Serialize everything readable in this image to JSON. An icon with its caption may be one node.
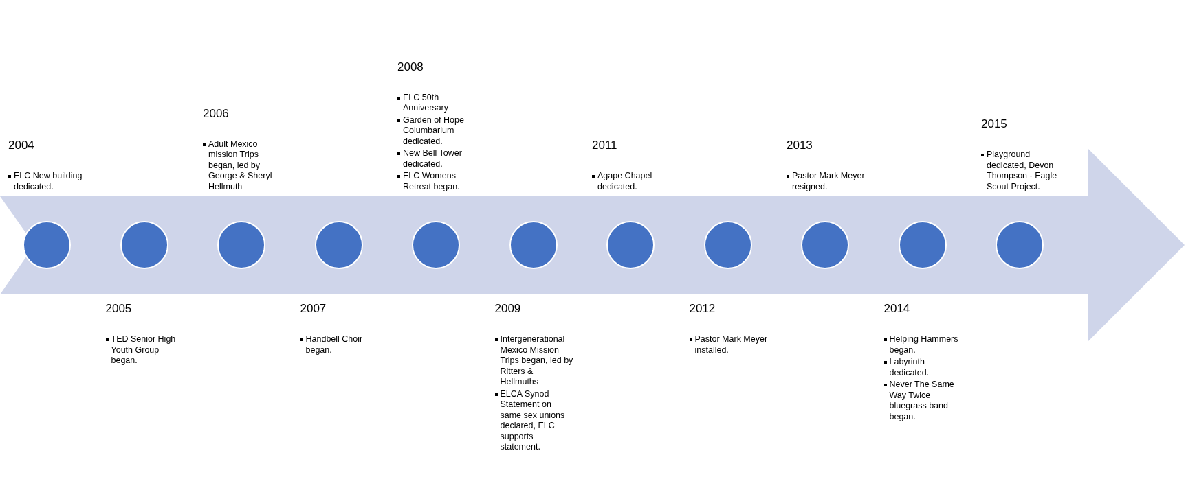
{
  "diagram": {
    "nodes": [
      {
        "text": [],
        "shape": "circle",
        "beside": [
          "2004",
          "ELC New building dedicated."
        ]
      },
      {
        "text": [],
        "shape": "circle",
        "beside": [
          "2005",
          "TED Senior High Youth Group began."
        ]
      },
      {
        "text": [],
        "shape": "circle",
        "beside": [
          "2006",
          "Adult Mexico mission Trips began, led by George & Sheryl Hellmuth"
        ]
      },
      {
        "text": [],
        "shape": "circle",
        "beside": [
          "2007",
          "Handbell Choir began."
        ]
      },
      {
        "text": [],
        "shape": "circle",
        "beside": [
          "2008",
          "ELC 50th Anniversary",
          "Garden of Hope Columbarium dedicated.",
          "New Bell Tower dedicated.",
          "ELC Womens Retreat began."
        ]
      },
      {
        "text": [],
        "shape": "circle",
        "beside": [
          "2009",
          "Intergenerational Mexico Mission Trips began, led by Ritters & Hellmuths",
          "ELCA Synod Statement on same sex unions declared, ELC supports statement."
        ]
      },
      {
        "text": [],
        "shape": "circle",
        "beside": [
          "2011",
          "Agape Chapel dedicated."
        ]
      },
      {
        "text": [],
        "shape": "circle",
        "beside": [
          "2012",
          "Pastor Mark Meyer installed."
        ]
      },
      {
        "text": [],
        "shape": "circle",
        "beside": [
          "2013",
          "Pastor Mark Meyer resigned."
        ]
      },
      {
        "text": [],
        "shape": "circle",
        "beside": [
          "2014",
          "Helping Hammers began.",
          "Labyrinth dedicated.",
          "Never The Same Way Twice bluegrass band began."
        ]
      },
      {
        "text": [],
        "shape": "circle",
        "beside": [
          "2015",
          "Playground dedicated, Devon Thompson - Eagle Scout Project."
        ]
      }
    ]
  }
}
